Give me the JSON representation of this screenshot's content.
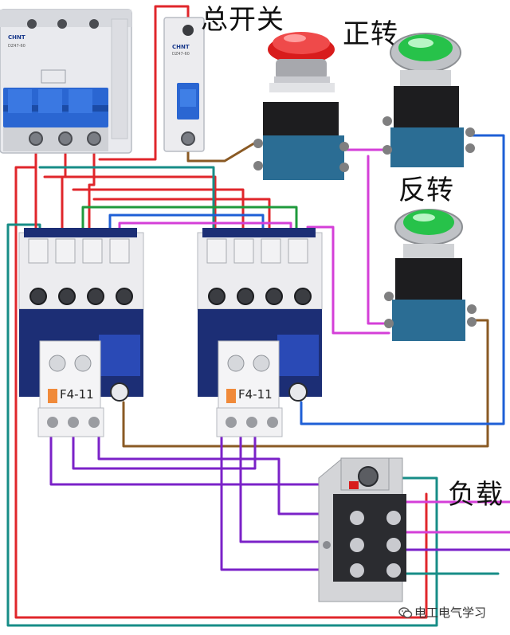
{
  "labels": {
    "main_switch": "总开关",
    "forward": "正转",
    "reverse": "反转",
    "load": "负载"
  },
  "devices": {
    "breaker_3p_brand": "CHNT",
    "breaker_3p_model": "DZ47-60",
    "breaker_1p_brand": "CHNT",
    "breaker_1p_model": "DZ47-60",
    "relay_left": "F4-11",
    "relay_right": "F4-11"
  },
  "watermark": "电工电气学习",
  "colors": {
    "wire_red": "#e0262b",
    "wire_purple": "#7b22c8",
    "wire_magenta": "#d43fd8",
    "wire_blue": "#1e5fd6",
    "wire_green": "#1f9a3c",
    "wire_teal": "#178d87",
    "wire_brown": "#8a5a24",
    "contactor_navy": "#1c2e75",
    "button_body": "#2b6d94",
    "emergency_red": "#d81c1c",
    "pilot_green": "#27c24a"
  },
  "icons": {
    "wechat": "wechat-icon"
  }
}
